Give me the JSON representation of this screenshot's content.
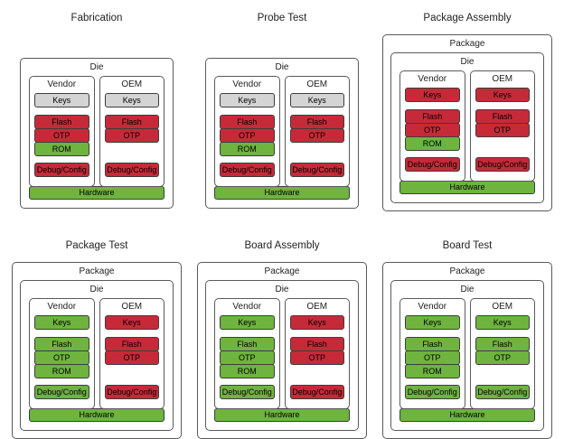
{
  "palette": {
    "red": "#c62a39",
    "green": "#6eb43f",
    "gray": "#d4d4d4",
    "border": "#5a5a5a",
    "background": "#ffffff",
    "text": "#000000"
  },
  "panels": [
    {
      "title": "Fabrication",
      "die_label": "Die",
      "columns": [
        {
          "label": "Vendor",
          "keys": {
            "label": "Keys",
            "color": "gray"
          },
          "storage": [
            {
              "label": "Flash",
              "color": "red"
            },
            {
              "label": "OTP",
              "color": "red"
            },
            {
              "label": "ROM",
              "color": "green"
            }
          ],
          "debug": {
            "label": "Debug/Config",
            "color": "red"
          }
        },
        {
          "label": "OEM",
          "keys": {
            "label": "Keys",
            "color": "gray"
          },
          "storage": [
            {
              "label": "Flash",
              "color": "red"
            },
            {
              "label": "OTP",
              "color": "red"
            }
          ],
          "debug": {
            "label": "Debug/Config",
            "color": "red"
          }
        }
      ],
      "hardware": {
        "label": "Hardware",
        "color": "green"
      }
    },
    {
      "title": "Probe Test",
      "die_label": "Die",
      "columns": [
        {
          "label": "Vendor",
          "keys": {
            "label": "Keys",
            "color": "gray"
          },
          "storage": [
            {
              "label": "Flash",
              "color": "red"
            },
            {
              "label": "OTP",
              "color": "red"
            },
            {
              "label": "ROM",
              "color": "green"
            }
          ],
          "debug": {
            "label": "Debug/Config",
            "color": "red"
          }
        },
        {
          "label": "OEM",
          "keys": {
            "label": "Keys",
            "color": "gray"
          },
          "storage": [
            {
              "label": "Flash",
              "color": "red"
            },
            {
              "label": "OTP",
              "color": "red"
            }
          ],
          "debug": {
            "label": "Debug/Config",
            "color": "red"
          }
        }
      ],
      "hardware": {
        "label": "Hardware",
        "color": "green"
      }
    },
    {
      "title": "Package Assembly",
      "package_label": "Package",
      "die_label": "Die",
      "columns": [
        {
          "label": "Vendor",
          "keys": {
            "label": "Keys",
            "color": "red"
          },
          "storage": [
            {
              "label": "Flash",
              "color": "red"
            },
            {
              "label": "OTP",
              "color": "red"
            },
            {
              "label": "ROM",
              "color": "green"
            }
          ],
          "debug": {
            "label": "Debug/Config",
            "color": "red"
          }
        },
        {
          "label": "OEM",
          "keys": {
            "label": "Keys",
            "color": "red"
          },
          "storage": [
            {
              "label": "Flash",
              "color": "red"
            },
            {
              "label": "OTP",
              "color": "red"
            }
          ],
          "debug": {
            "label": "Debug/Config",
            "color": "red"
          }
        }
      ],
      "hardware": {
        "label": "Hardware",
        "color": "green"
      }
    },
    {
      "title": "Package Test",
      "package_label": "Package",
      "die_label": "Die",
      "columns": [
        {
          "label": "Vendor",
          "keys": {
            "label": "Keys",
            "color": "green"
          },
          "storage": [
            {
              "label": "Flash",
              "color": "green"
            },
            {
              "label": "OTP",
              "color": "green"
            },
            {
              "label": "ROM",
              "color": "green"
            }
          ],
          "debug": {
            "label": "Debug/Config",
            "color": "green"
          }
        },
        {
          "label": "OEM",
          "keys": {
            "label": "Keys",
            "color": "red"
          },
          "storage": [
            {
              "label": "Flash",
              "color": "red"
            },
            {
              "label": "OTP",
              "color": "red"
            }
          ],
          "debug": {
            "label": "Debug/Config",
            "color": "red"
          }
        }
      ],
      "hardware": {
        "label": "Hardware",
        "color": "green"
      }
    },
    {
      "title": "Board Assembly",
      "package_label": "Package",
      "die_label": "Die",
      "columns": [
        {
          "label": "Vendor",
          "keys": {
            "label": "Keys",
            "color": "green"
          },
          "storage": [
            {
              "label": "Flash",
              "color": "green"
            },
            {
              "label": "OTP",
              "color": "green"
            },
            {
              "label": "ROM",
              "color": "green"
            }
          ],
          "debug": {
            "label": "Debug/Config",
            "color": "green"
          }
        },
        {
          "label": "OEM",
          "keys": {
            "label": "Keys",
            "color": "red"
          },
          "storage": [
            {
              "label": "Flash",
              "color": "red"
            },
            {
              "label": "OTP",
              "color": "red"
            }
          ],
          "debug": {
            "label": "Debug/Config",
            "color": "red"
          }
        }
      ],
      "hardware": {
        "label": "Hardware",
        "color": "green"
      }
    },
    {
      "title": "Board Test",
      "package_label": "Package",
      "die_label": "Die",
      "columns": [
        {
          "label": "Vendor",
          "keys": {
            "label": "Keys",
            "color": "green"
          },
          "storage": [
            {
              "label": "Flash",
              "color": "green"
            },
            {
              "label": "OTP",
              "color": "green"
            },
            {
              "label": "ROM",
              "color": "green"
            }
          ],
          "debug": {
            "label": "Debug/Config",
            "color": "green"
          }
        },
        {
          "label": "OEM",
          "keys": {
            "label": "Keys",
            "color": "green"
          },
          "storage": [
            {
              "label": "Flash",
              "color": "green"
            },
            {
              "label": "OTP",
              "color": "green"
            }
          ],
          "debug": {
            "label": "Debug/Config",
            "color": "green"
          }
        }
      ],
      "hardware": {
        "label": "Hardware",
        "color": "green"
      }
    }
  ]
}
